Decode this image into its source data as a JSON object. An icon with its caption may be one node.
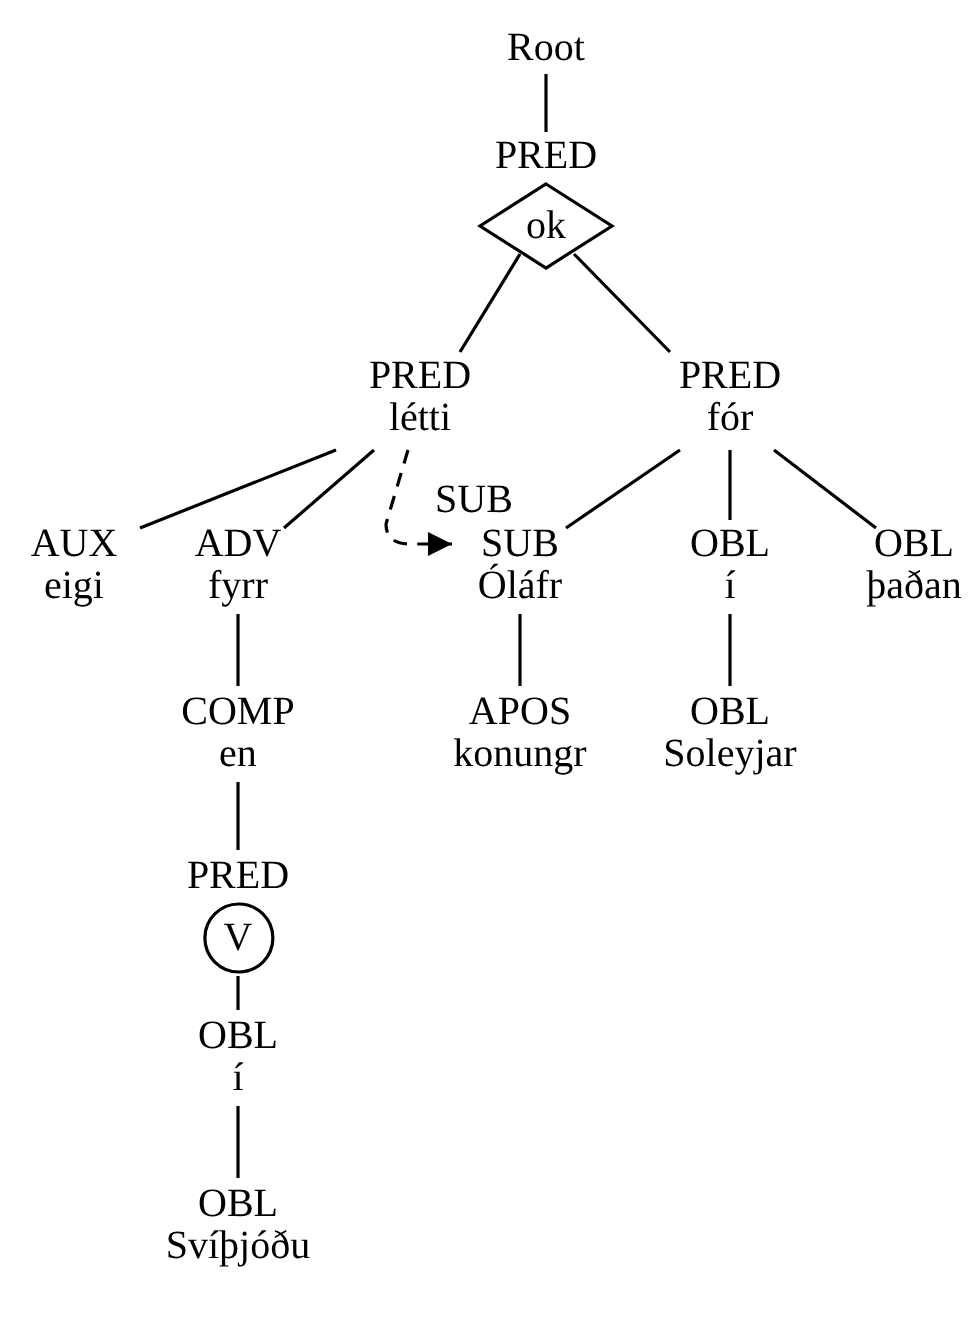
{
  "diagram": {
    "nodes": [
      {
        "text": [
          "Root"
        ]
      },
      {
        "text": [
          "PRED",
          "ok"
        ]
      },
      {
        "text": [
          "PRED",
          "létti"
        ]
      },
      {
        "text": [
          "PRED",
          "fór"
        ]
      },
      {
        "text": [
          "AUX",
          "eigi"
        ]
      },
      {
        "text": [
          "ADV",
          "fyrr"
        ]
      },
      {
        "text": [
          "SUB",
          "Óláfr"
        ]
      },
      {
        "text": [
          "OBL",
          "í"
        ]
      },
      {
        "text": [
          "OBL",
          "þaðan"
        ]
      },
      {
        "text": [
          "COMP",
          "en"
        ]
      },
      {
        "text": [
          "APOS",
          "konungr"
        ]
      },
      {
        "text": [
          "OBL",
          "Soleyjar"
        ]
      },
      {
        "text": [
          "PRED",
          "V"
        ]
      },
      {
        "text": [
          "OBL",
          "í"
        ]
      },
      {
        "text": [
          "OBL",
          "Svíþjóðu"
        ]
      }
    ],
    "edges": [
      {
        "from": 0,
        "to": 1,
        "arrow": "none"
      },
      {
        "from": 1,
        "to": 2,
        "arrow": "none"
      },
      {
        "from": 1,
        "to": 3,
        "arrow": "none"
      },
      {
        "from": 2,
        "to": 4,
        "arrow": "none"
      },
      {
        "from": 2,
        "to": 5,
        "arrow": "none"
      },
      {
        "from": 2,
        "to": 6,
        "arrow": "to",
        "style": "dashed",
        "label": "SUB"
      },
      {
        "from": 3,
        "to": 6,
        "arrow": "none"
      },
      {
        "from": 3,
        "to": 7,
        "arrow": "none"
      },
      {
        "from": 3,
        "to": 8,
        "arrow": "none"
      },
      {
        "from": 5,
        "to": 9,
        "arrow": "none"
      },
      {
        "from": 6,
        "to": 10,
        "arrow": "none"
      },
      {
        "from": 7,
        "to": 11,
        "arrow": "none"
      },
      {
        "from": 9,
        "to": 12,
        "arrow": "none"
      },
      {
        "from": 12,
        "to": 13,
        "arrow": "none"
      },
      {
        "from": 13,
        "to": 14,
        "arrow": "none"
      }
    ]
  }
}
